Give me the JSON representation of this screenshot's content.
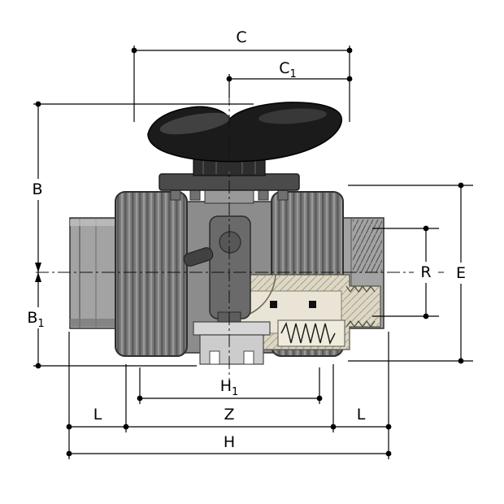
{
  "drawing": {
    "colors": {
      "line": "#000000",
      "handle": "#1b1b1b",
      "body_gray": "#8c8c8c",
      "nut_gray": "#7b7b7b",
      "section_beige": "#ddd7c6",
      "background": "#ffffff"
    },
    "dimension_labels": {
      "c": {
        "main": "C",
        "sub": ""
      },
      "c1": {
        "main": "C",
        "sub": "1"
      },
      "b": {
        "main": "B",
        "sub": ""
      },
      "b1": {
        "main": "B",
        "sub": "1"
      },
      "h1": {
        "main": "H",
        "sub": "1"
      },
      "z": {
        "main": "Z",
        "sub": ""
      },
      "l_left": {
        "main": "L",
        "sub": ""
      },
      "l_right": {
        "main": "L",
        "sub": ""
      },
      "h": {
        "main": "H",
        "sub": ""
      },
      "r": {
        "main": "R",
        "sub": ""
      },
      "e": {
        "main": "E",
        "sub": ""
      }
    }
  }
}
